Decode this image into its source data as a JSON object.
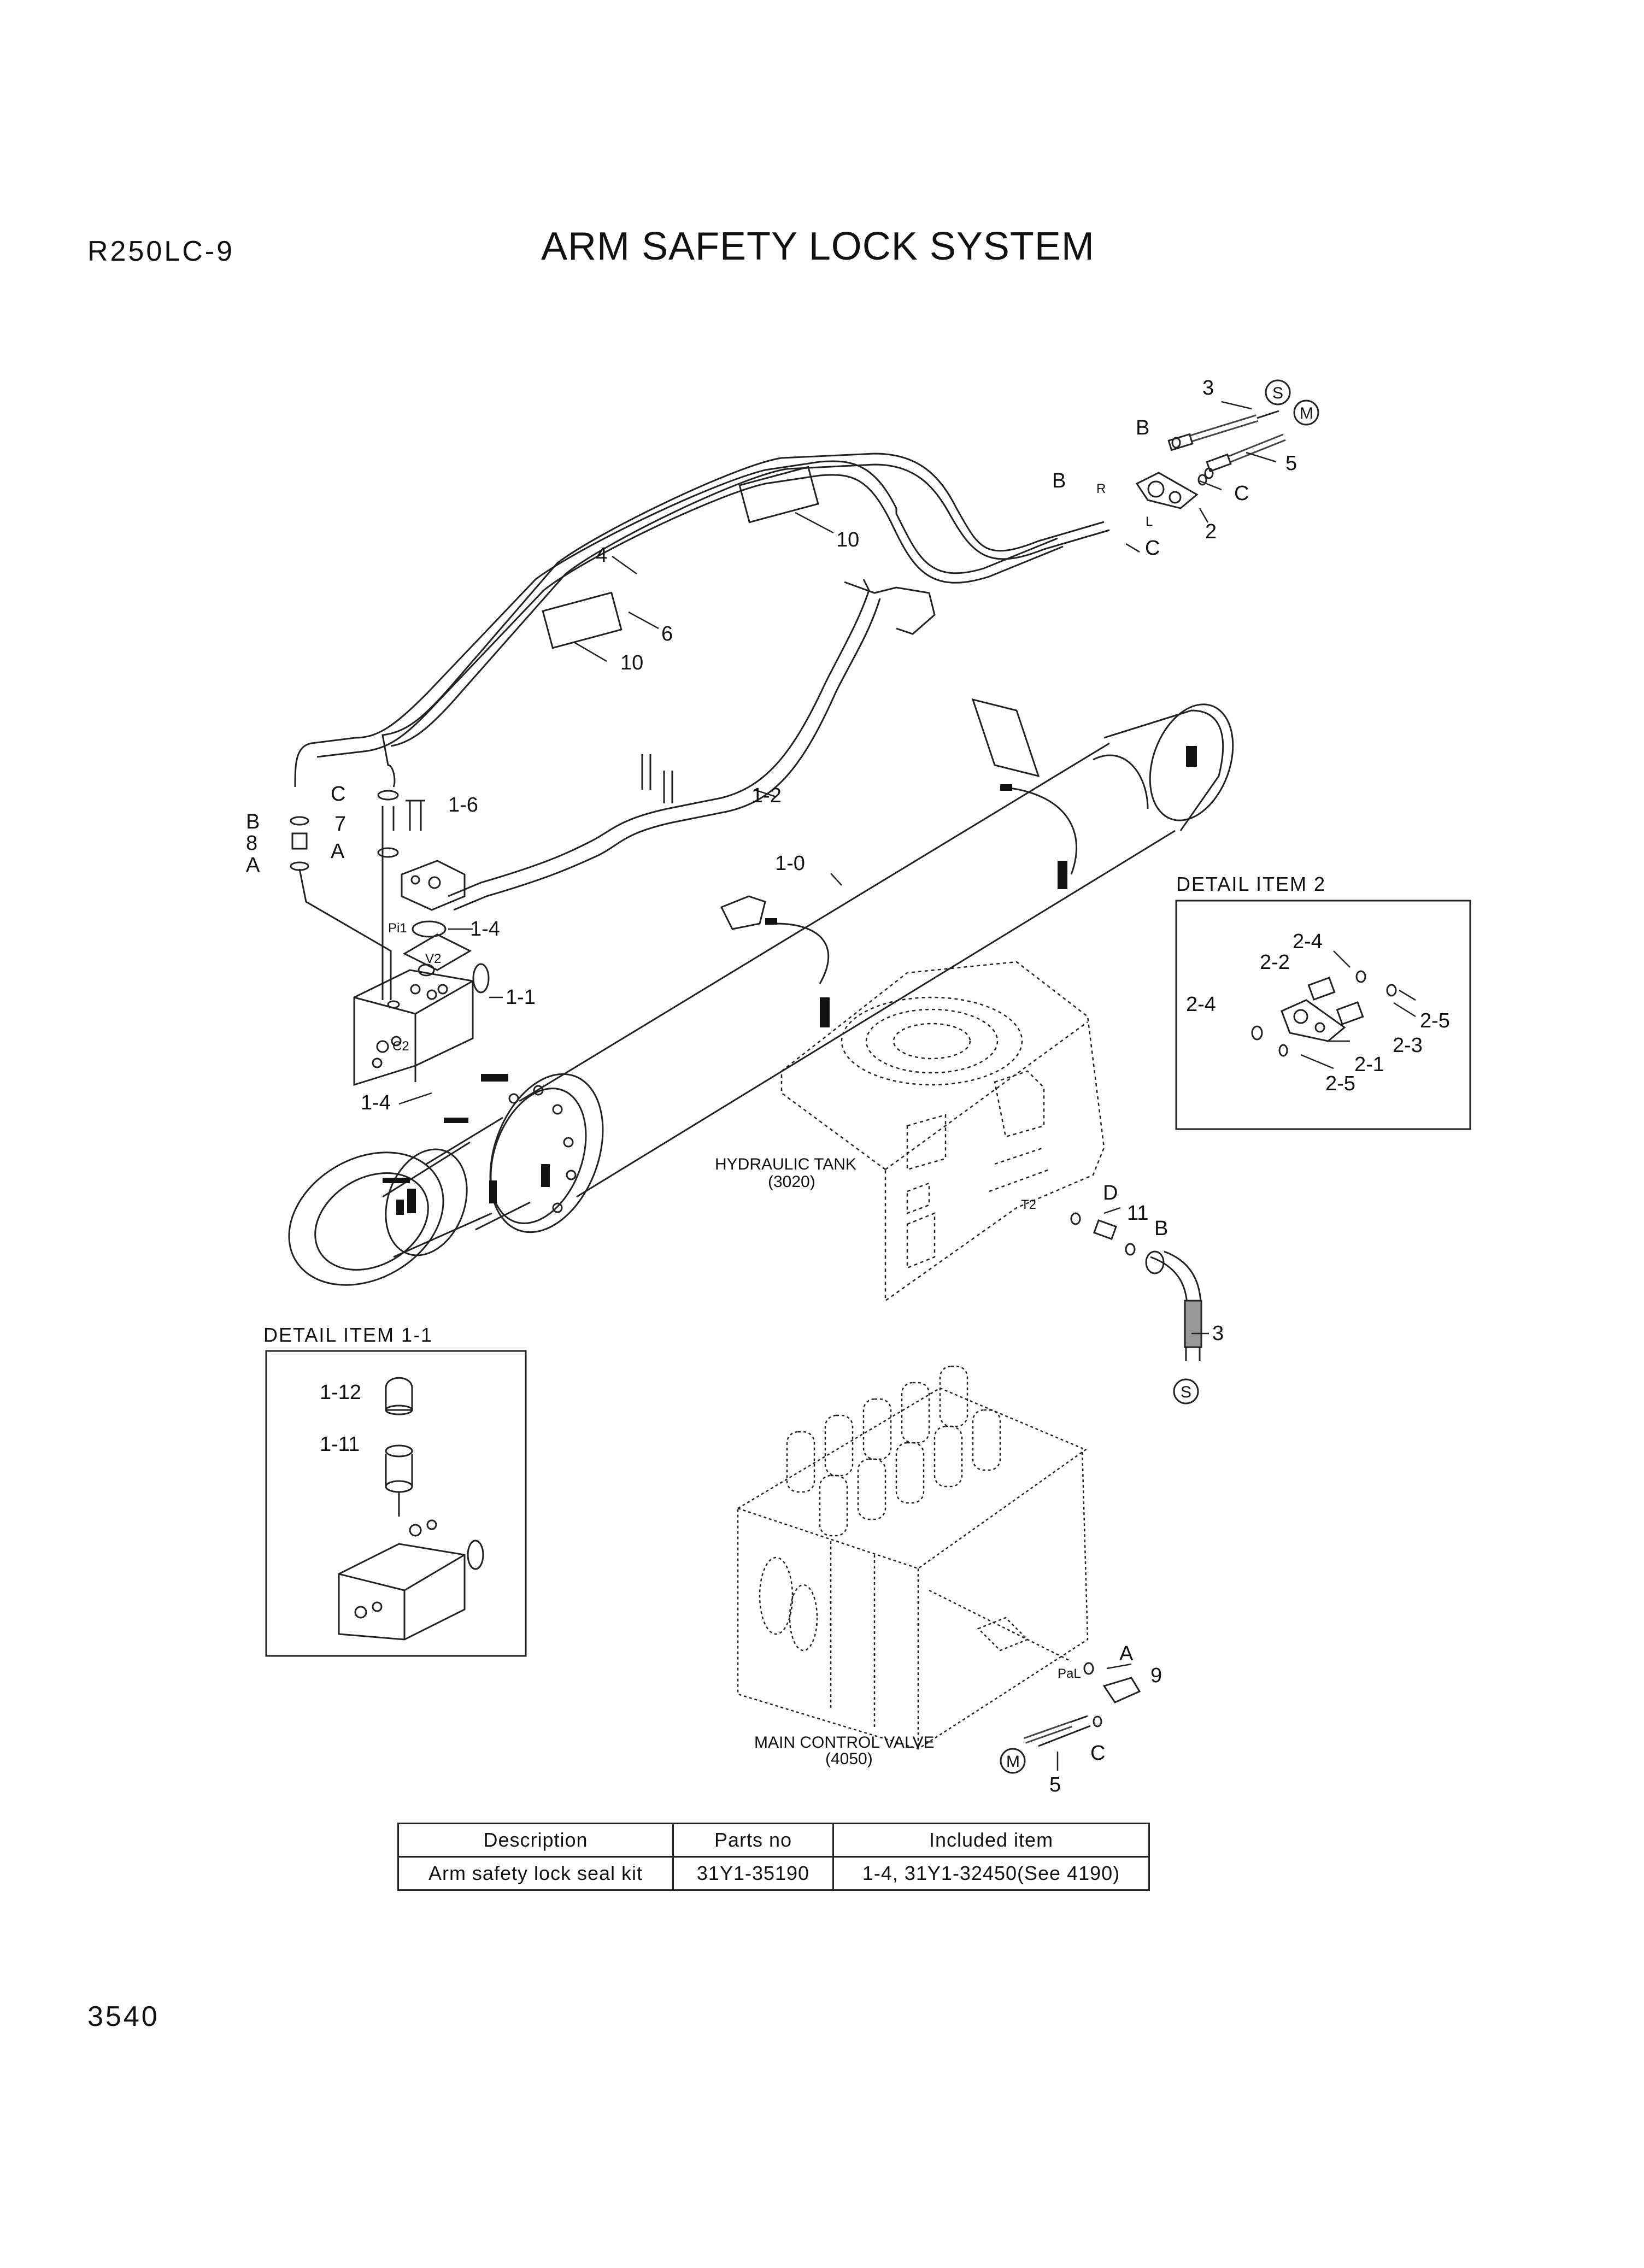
{
  "header": {
    "model": "R250LC-9",
    "title": "ARM SAFETY LOCK SYSTEM"
  },
  "page_number": "3540",
  "callouts": {
    "n3": "3",
    "s": "S",
    "m": "M",
    "b": "B",
    "c": "C",
    "r": "R",
    "l": "L",
    "n2": "2",
    "n5": "5",
    "n10": "10",
    "n4": "4",
    "n6": "6",
    "n8": "8",
    "a": "A",
    "n7": "7",
    "n1_6": "1-6",
    "n1_2": "1-2",
    "n1_0": "1-0",
    "pi1": "Pi1",
    "v2": "V2",
    "n1_4": "1-4",
    "n1_1": "1-1",
    "c2": "C2",
    "d": "D",
    "n11": "11",
    "t2": "T2",
    "n9": "9",
    "pal": "PaL",
    "n1_12": "1-12",
    "n1_11": "1-11",
    "n2_4": "2-4",
    "n2_2": "2-2",
    "n2_5": "2-5",
    "n2_3": "2-3",
    "n2_1": "2-1"
  },
  "details": {
    "item2": "DETAIL ITEM 2",
    "item1_1": "DETAIL ITEM 1-1"
  },
  "components": {
    "tank_name": "HYDRAULIC TANK",
    "tank_ref": "(3020)",
    "mcv_name": "MAIN CONTROL VALVE",
    "mcv_ref": "(4050)"
  },
  "parts_table": {
    "headers": [
      "Description",
      "Parts no",
      "Included item"
    ],
    "rows": [
      [
        "Arm safety lock seal kit",
        "31Y1-35190",
        "1-4, 31Y1-32450(See 4190)"
      ]
    ]
  }
}
